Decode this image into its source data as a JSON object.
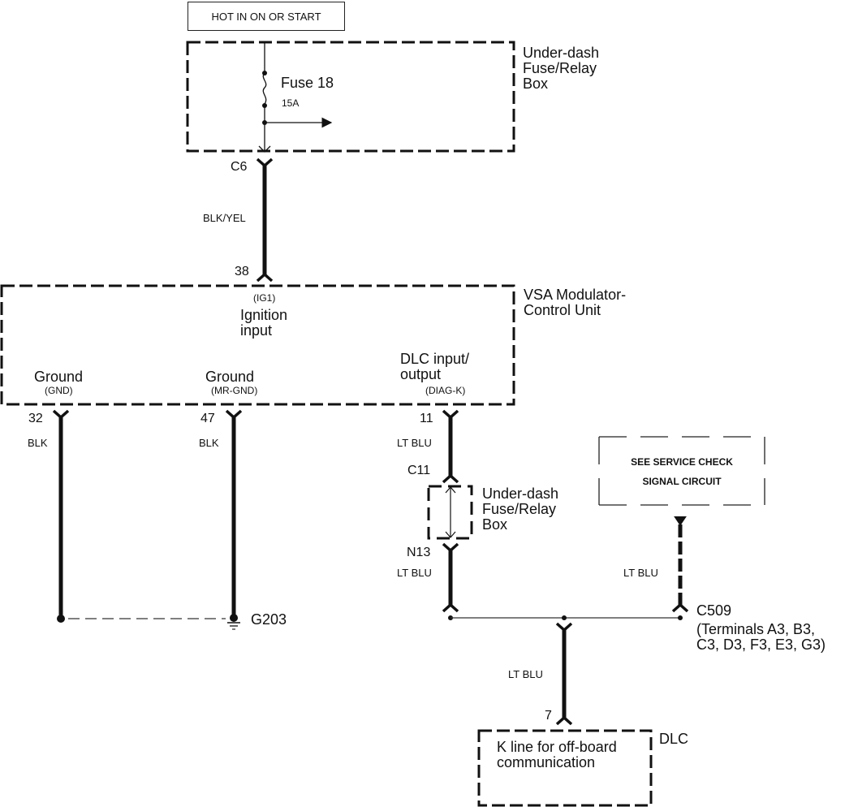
{
  "diagram": {
    "title": "VSA Modulator-Control Unit DLC circuit",
    "power_source": {
      "label": "HOT IN ON OR START"
    },
    "fuse_box_top": {
      "name_lines": [
        "Under-dash",
        "Fuse/Relay",
        "Box"
      ],
      "fuse_label": "Fuse 18",
      "fuse_rating": "15A",
      "connector": "C6"
    },
    "wire_ig1": {
      "color": "BLK/YEL",
      "terminal": "38"
    },
    "vsa_unit": {
      "name_lines": [
        "VSA Modulator-",
        "Control Unit"
      ],
      "ig1": {
        "code": "(IG1)",
        "lines": [
          "Ignition",
          "input"
        ]
      },
      "gnd": {
        "name": "Ground",
        "code": "(GND)",
        "terminal": "32",
        "wire": "BLK"
      },
      "mrgnd": {
        "name": "Ground",
        "code": "(MR-GND)",
        "terminal": "47",
        "wire": "BLK"
      },
      "diag": {
        "lines": [
          "DLC input/",
          "output"
        ],
        "code": "(DIAG-K)",
        "terminal": "11",
        "wire": "LT BLU"
      }
    },
    "ground_point": {
      "label": "G203"
    },
    "fuse_box_mid": {
      "name_lines": [
        "Under-dash",
        "Fuse/Relay",
        "Box"
      ],
      "connector_in": "C11",
      "connector_out": "N13",
      "wire": "LT BLU"
    },
    "service_check": {
      "lines": [
        "SEE SERVICE CHECK",
        "SIGNAL CIRCUIT"
      ],
      "wire": "LT BLU"
    },
    "junction": {
      "connector": "C509",
      "terminals_lines": [
        "(Terminals A3, B3,",
        "C3, D3, F3, E3, G3)"
      ]
    },
    "dlc": {
      "name": "DLC",
      "wire": "LT BLU",
      "terminal": "7",
      "lines": [
        "K line for off-board",
        "communication"
      ]
    }
  }
}
